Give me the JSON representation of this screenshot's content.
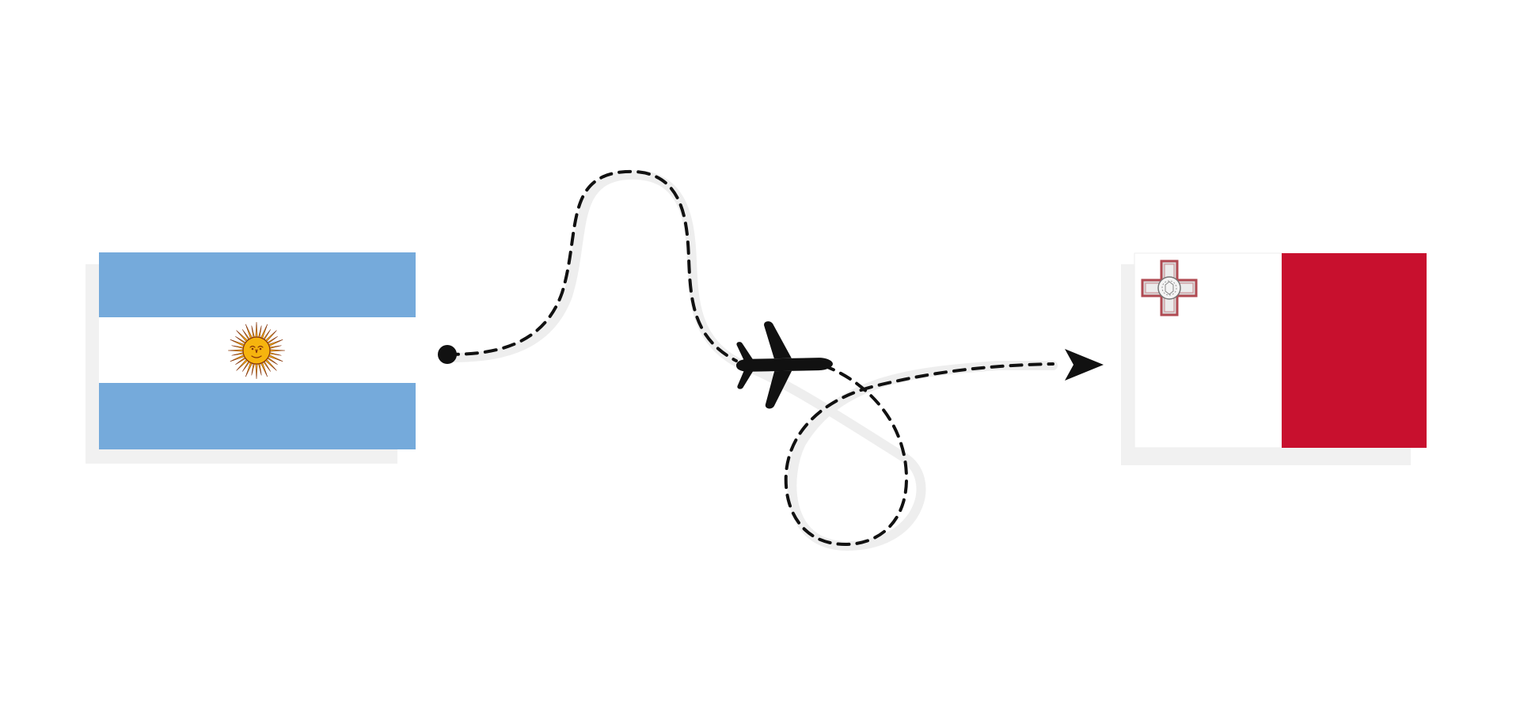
{
  "scene": {
    "origin_flag": {
      "country": "Argentina",
      "colors": {
        "sky_blue": "#75aadb",
        "white": "#ffffff",
        "sun_gold": "#f6b40e",
        "sun_brown": "#85340a"
      }
    },
    "destination_flag": {
      "country": "Malta",
      "colors": {
        "white": "#ffffff",
        "red": "#c8102e",
        "cross_silver": "#cfcfcf",
        "cross_border": "#b04a52"
      }
    },
    "flight_path": {
      "style": "dashed",
      "color": "#111111",
      "start_marker": "dot",
      "end_marker": "arrow"
    },
    "icons": {
      "airplane": "airplane-icon",
      "sun": "sun-of-may-icon",
      "cross": "george-cross-icon"
    },
    "shadow_color": "#f1f1f1"
  }
}
